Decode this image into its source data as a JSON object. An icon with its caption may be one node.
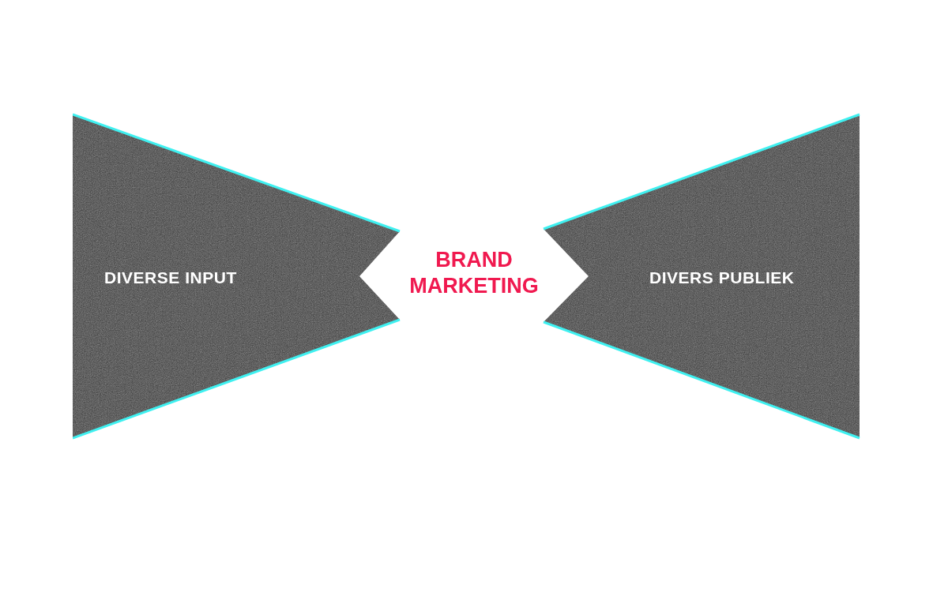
{
  "diagram": {
    "nodes": [
      {
        "text": [
          "DIVERSE INPUT"
        ]
      },
      {
        "text": [
          "DIVERS PUBLIEK"
        ]
      }
    ],
    "labels": [
      "BRAND MARKETING"
    ]
  }
}
